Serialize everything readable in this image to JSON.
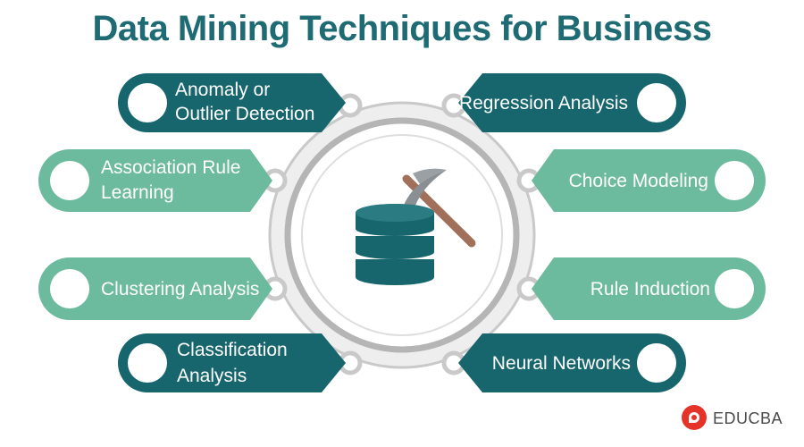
{
  "title": "Data Mining Techniques for Business",
  "techniques": {
    "anomaly": {
      "lines": [
        "Anomaly or",
        "Outlier Detection"
      ]
    },
    "regression": {
      "lines": [
        "Regression Analysis"
      ]
    },
    "association": {
      "lines": [
        "Association Rule",
        "Learning"
      ]
    },
    "choice": {
      "lines": [
        "Choice Modeling"
      ]
    },
    "clustering": {
      "lines": [
        "Clustering Analysis"
      ]
    },
    "rule_induction": {
      "lines": [
        "Rule Induction"
      ]
    },
    "classification": {
      "lines": [
        "Classification",
        "Analysis"
      ]
    },
    "neural": {
      "lines": [
        "Neural Networks"
      ]
    }
  },
  "center_icon": "database-with-pickaxe-icon",
  "brand": {
    "name": "EDUCBA",
    "icon": "educba-logo-icon"
  },
  "colors": {
    "title": "#1e6b74",
    "dark_teal": "#17666d",
    "light_teal": "#6dbb9f",
    "ring": "#c9c9c9",
    "brand_red": "#e5332a",
    "brand_text": "#4a4a4a"
  }
}
